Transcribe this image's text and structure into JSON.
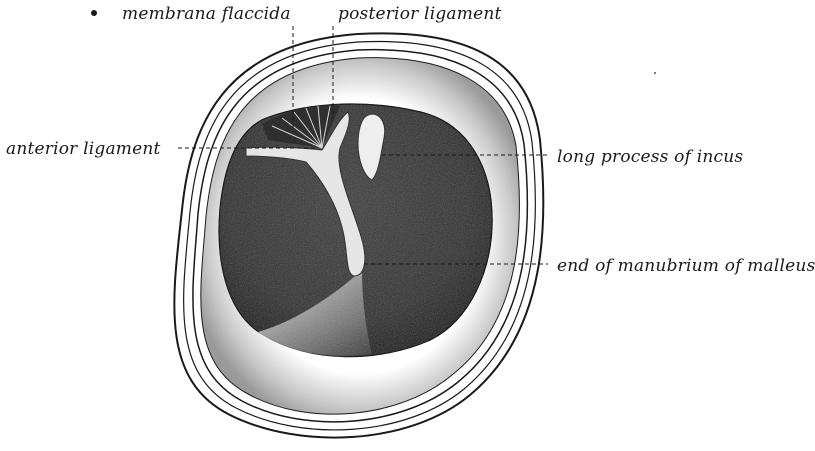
{
  "labels": {
    "membrana_flaccida": "membrana flaccida",
    "posterior_ligament": "posterior ligament",
    "anterior_ligament": "anterior ligament",
    "long_process_of_incus": "long process of incus",
    "end_of_manubrium": "end of manubrium of malleus"
  },
  "colors": {
    "background": "#ffffff",
    "ink": "#1a1a1a",
    "membrane_dark": "#2b2b2b",
    "rim_shade": "#8a8a8a"
  }
}
